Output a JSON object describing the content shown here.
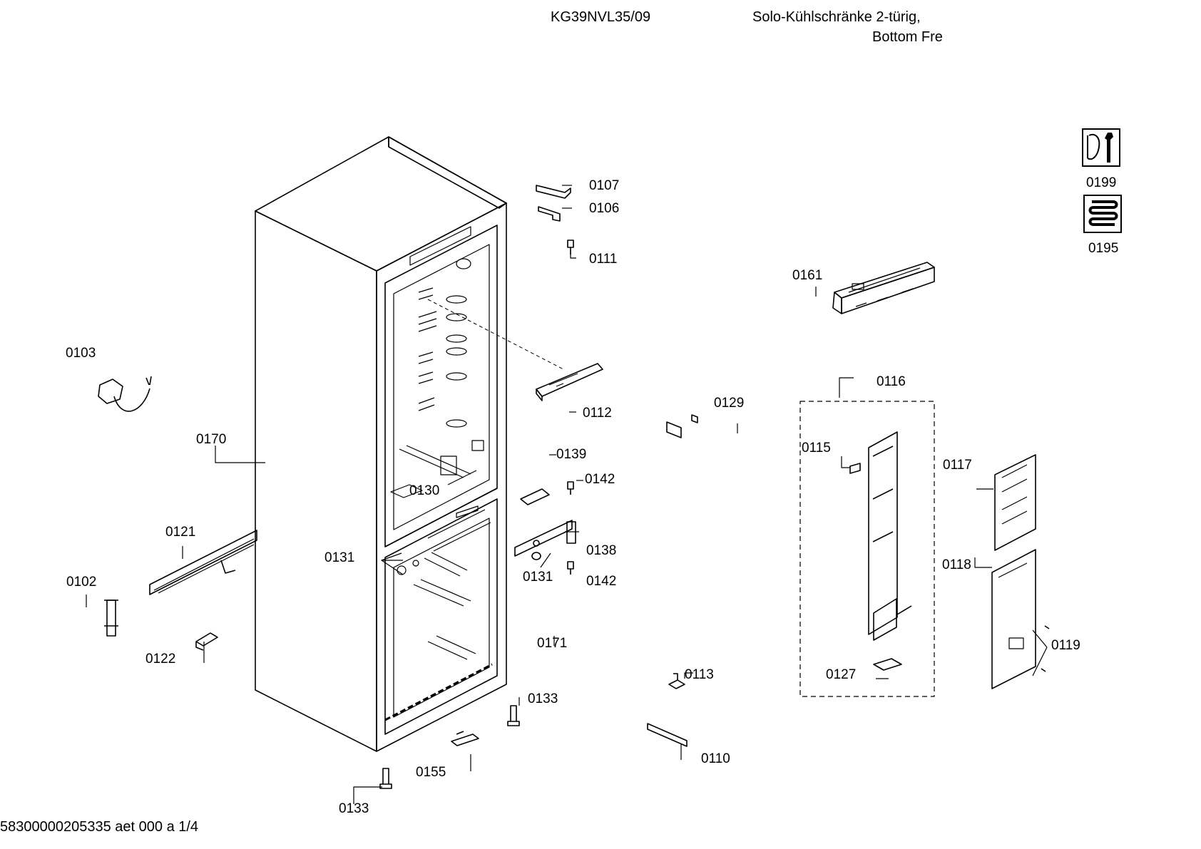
{
  "header": {
    "model": "KG39NVL35/09",
    "description_line1": "Solo-Kühlschränke 2-türig,",
    "description_line2": "Bottom Fre"
  },
  "footer": {
    "document_id": "58300000205335 aet 000 a 1/4"
  },
  "symbols": [
    {
      "id": "0199",
      "icon": "service-wrench-icon"
    },
    {
      "id": "0195",
      "icon": "cooling-coil-icon"
    }
  ],
  "labels": {
    "l0107": "0107",
    "l0106": "0106",
    "l0111": "0111",
    "l0161": "0161",
    "l0103": "0103",
    "l0112": "0112",
    "l0129": "0129",
    "l0116": "0116",
    "l0170": "0170",
    "l0115": "0115",
    "l0139": "0139",
    "l0117": "0117",
    "l0142a": "0142",
    "l0130": "0130",
    "l0121": "0121",
    "l0138": "0138",
    "l0131a": "0131",
    "l0131b": "0131",
    "l0142b": "0142",
    "l0118": "0118",
    "l0102": "0102",
    "l0171": "0171",
    "l0119": "0119",
    "l0122": "0122",
    "l0127": "0127",
    "l0113": "0113",
    "l0133a": "0133",
    "l0110": "0110",
    "l0155": "0155",
    "l0133b": "0133"
  }
}
